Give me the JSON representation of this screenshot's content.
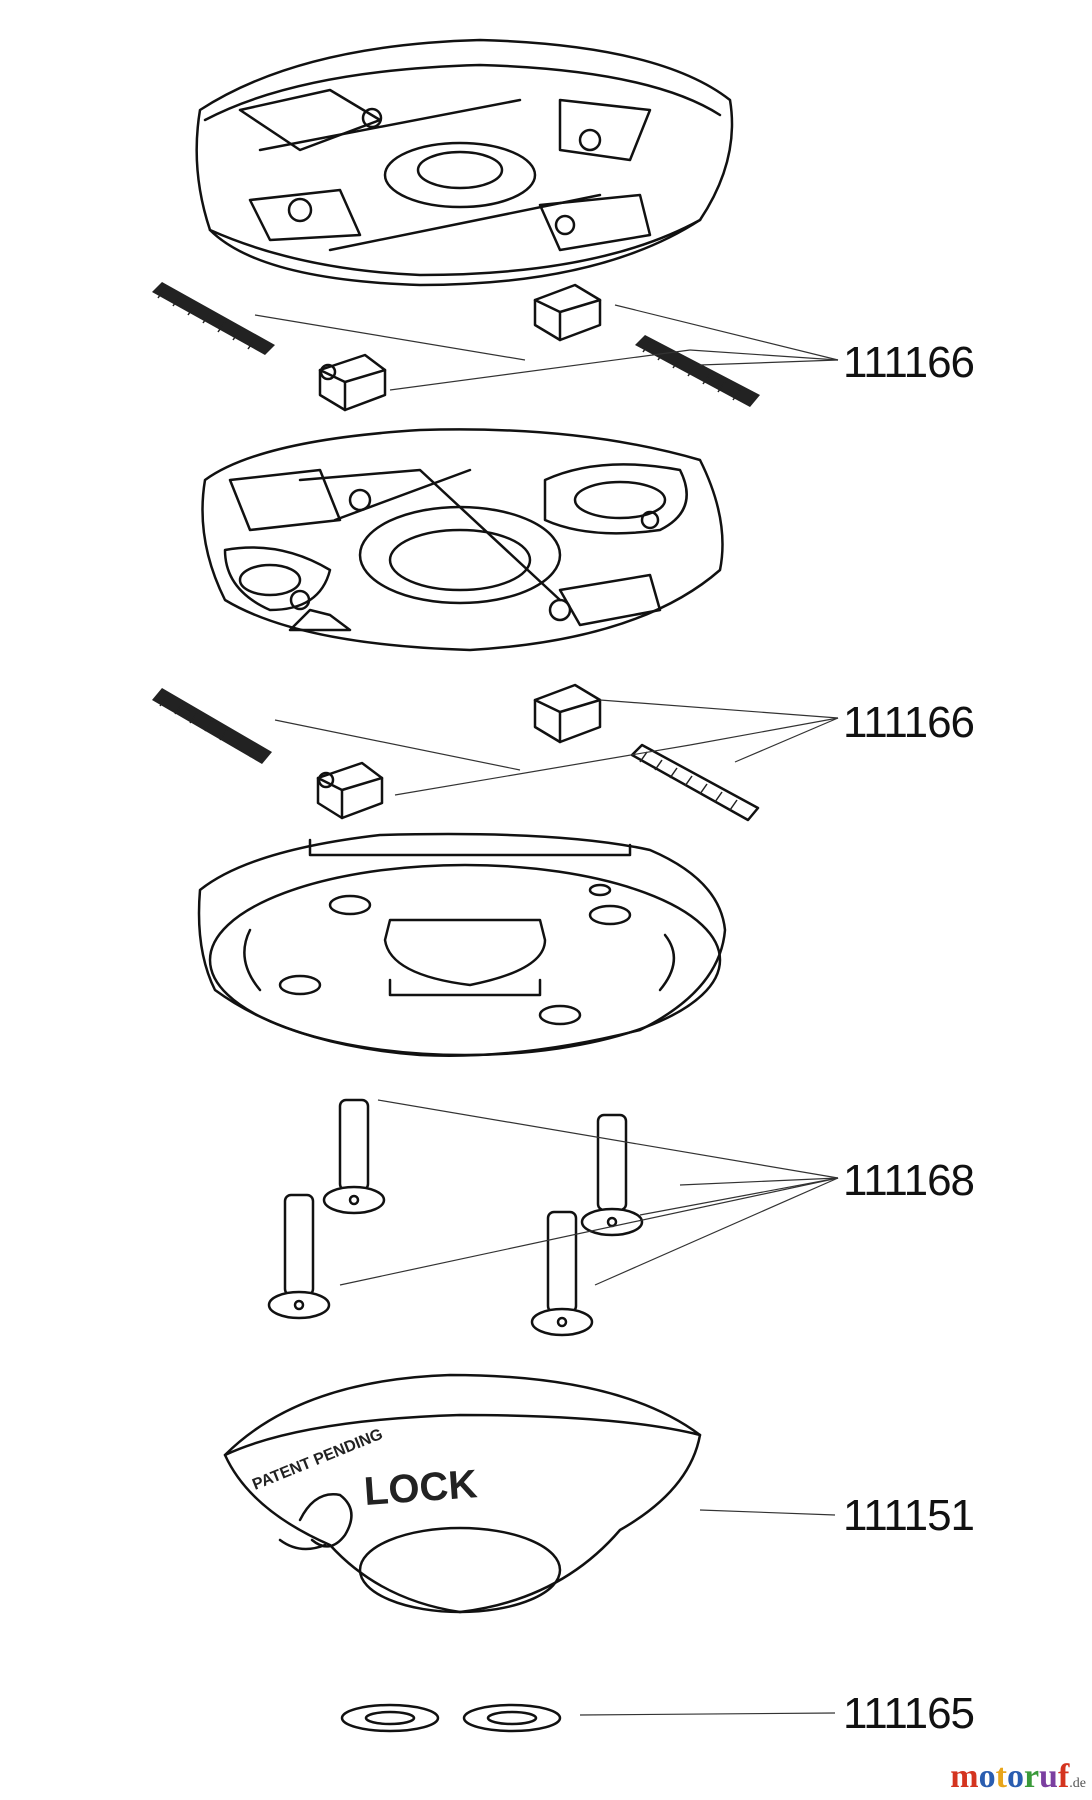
{
  "diagram": {
    "labels": {
      "part_1": "111166",
      "part_2": "111166",
      "part_3": "111168",
      "part_4": "111151",
      "part_5": "111165"
    },
    "cap_text": {
      "pending": "PATENT PENDING",
      "lock": "LOCK"
    }
  },
  "watermark": {
    "m": "m",
    "o1": "o",
    "t": "t",
    "o2": "o",
    "r": "r",
    "u": "u",
    "f": "f",
    "suffix": ".de",
    "colors": [
      "#d4341f",
      "#2a5db0",
      "#e8a51a",
      "#2a5db0",
      "#3a9a3a",
      "#7b3fa0",
      "#d4341f"
    ]
  }
}
